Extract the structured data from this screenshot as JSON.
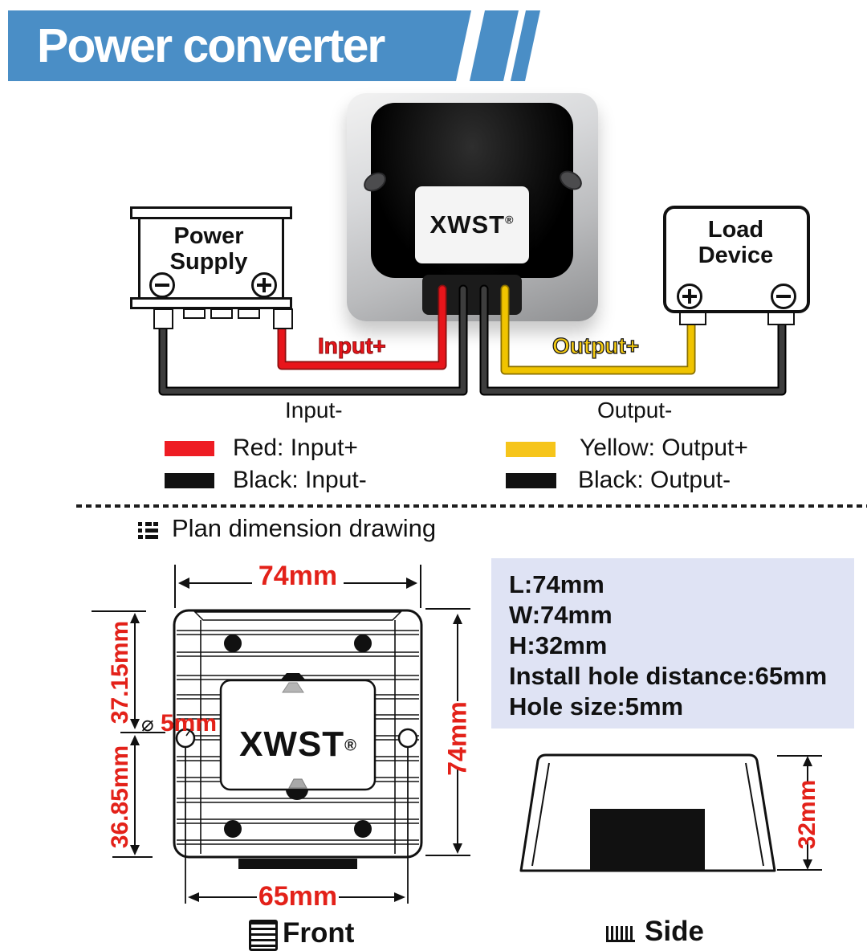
{
  "banner": {
    "title": "Power converter",
    "color": "#4a8ec6"
  },
  "device": {
    "brand": "XWST",
    "reg": "®"
  },
  "wiring": {
    "power_supply": {
      "line1": "Power",
      "line2": "Supply"
    },
    "load_device": {
      "line1": "Load",
      "line2": "Device"
    },
    "labels": {
      "input_plus": "Input+",
      "input_minus": "Input-",
      "output_plus": "Output+",
      "output_minus": "Output-"
    },
    "wire_colors": {
      "input_plus": "#e8151b",
      "output_plus": "#f0c400",
      "ground": "#3d3d3d"
    },
    "legend": [
      {
        "color": "#ee1c23",
        "label": "Red: Input+"
      },
      {
        "color": "#111111",
        "label": "Black: Input-"
      },
      {
        "color": "#f6c51b",
        "label": "Yellow: Output+"
      },
      {
        "color": "#111111",
        "label": "Black: Output-"
      }
    ]
  },
  "dimension_section": {
    "heading": "Plan dimension drawing",
    "accent_color": "#e32119",
    "front": {
      "top_width": "74mm",
      "left_upper": "37.15mm",
      "hole_dia_symbol": "⌀",
      "hole_dia": "5mm",
      "left_lower": "36.85mm",
      "right_height": "74mm",
      "bottom_distance": "65mm",
      "view_label": "Front"
    },
    "side": {
      "height": "32mm",
      "view_label": "Side"
    },
    "specs": [
      "L:74mm",
      "W:74mm",
      "H:32mm",
      "Install hole distance:65mm",
      "Hole size:5mm"
    ]
  }
}
